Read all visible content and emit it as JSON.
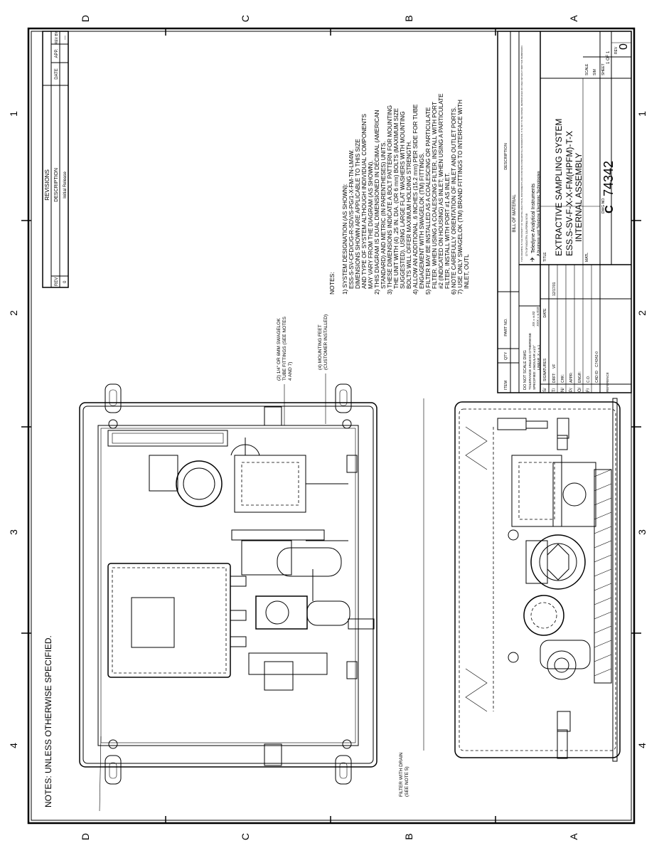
{
  "zones": {
    "top": [
      "D",
      "C",
      "B",
      "A"
    ],
    "bottom": [
      "D",
      "C",
      "B",
      "A"
    ],
    "left": [
      "4",
      "3",
      "2",
      "1"
    ],
    "right": [
      "4",
      "3",
      "2",
      "1"
    ]
  },
  "general_note": "NOTES: UNLESS OTHERWISE SPECIFIED.",
  "revisions": {
    "title": "REVISIONS",
    "headers": [
      "REV",
      "DESCRIPTION",
      "DATE",
      "APP.",
      "REV BY"
    ],
    "rows": [
      [
        "0",
        "Initial Release",
        "",
        "",
        "---"
      ]
    ]
  },
  "callouts": {
    "tube_fittings": [
      "(2) 1/4\" OR 6MM SWAGELOK",
      "TUBE FITTINGS (SEE NOTES",
      "4 AND 7)"
    ],
    "mounting_feet": [
      "(4) MOUNTING FEET",
      "(CUSTOMER INSTALLED)"
    ],
    "filter": [
      "FILTER WITH DRAIN",
      "(SEE NOTE 5)"
    ]
  },
  "notes_title": "NOTES:",
  "notes": [
    "1) SYSTEM DESIGNATION (AS SHOWN):",
    "   ESS-S-SV-CFD/C/G-R-SDV/S-PG/1-X-FM-TN-LM4W.",
    "   DIMENSIONS SHOWN ARE APPLICABLE TO THIS SIZE",
    "   AND TYPE OF SYSTEM ALTHOUGH INDIVIDUAL COMPONENTS",
    "   MAY VARY FROM THE DIAGRAM (AS SHOWN).",
    "2) THIS DIAGRAM IS DUAL DIMENSIONED IN DECIMAL (AMERICAN",
    "   STANDARD) AND METRIC (IN PARENTHESES) UNITS.",
    "3) THESE DIMENSIONS INDICATE A BOLT PATTERN FOR MOUNTING",
    "   THE UNIT WITH (4) .25 IN. DIA. (OR 6 mm) BOLTS (MAXIMUM SIZE",
    "   SUGGESTED). USING LARGE FLAT WASHERS WITH MOUNTING",
    "   BOLTS WILL OFFER MAXIMUM HOLDING STRENGTH.",
    "4) ALLOW AN ADDITIONAL .6 INCHES (15.2 mm) PER SIDE FOR TUBE",
    "   ENGAGEMENT WITH SWAGELOK (TM) FITTINGS.",
    "5) FILTER MAY BE INSTALLED AS A COALESCING OR PARTICULATE",
    "   FILTER. WHEN USING A COALESCING FILTER, INSTALL WITH PORT",
    "   #2 (INDICATED ON HOUSING) AS INLET; WHEN USING A PARTICULATE",
    "   FILTER, INSTALL WITH PORT #1 AS INLET.",
    "6) NOTE CAREFULLY ORIENTATION OF INLET AND OUTLET PORTS.",
    "7) USE ONLY SWAGELOK (TM) BRAND FITTINGS TO INTERFACE WITH",
    "   INLET, OUTL"
  ],
  "bom": {
    "title": "BILL OF MATERIAL",
    "headers": [
      "ITEM",
      "QTY",
      "PART NO.",
      "DESCRIPTION"
    ]
  },
  "title_block": {
    "do_not_scale": "DO NOT SCALE DWG",
    "tolerance_lines": [
      "TOLERANCE UNLESS OTHERWISE",
      "SPECIFIED: ANGULAR ±1/2°",
      "LINEAR .X = ±.1",
      ".XX = ±.02",
      ".XXX = ±.010"
    ],
    "signatures_header": "SIGNATURES",
    "date_header": "DATE",
    "sig_rows": [
      {
        "label": "DRFT:",
        "name": "VF",
        "date": "12/17/01"
      },
      {
        "label": "CHK:",
        "name": "",
        "date": ""
      },
      {
        "label": "APPR:",
        "name": "",
        "date": ""
      },
      {
        "label": "ENGR:",
        "name": "",
        "date": ""
      },
      {
        "label": "C.O.",
        "name": "",
        "date": ""
      },
      {
        "label": "CAD ID",
        "name": "C74342-0",
        "date": ""
      }
    ],
    "side_labels": [
      "S/",
      "T/",
      "N/",
      "P/",
      "O/",
      "F/",
      "REFERENCE"
    ],
    "proprietary": "THIS DRAWING IS THE PROPERTY OF TELEDYNE ANALYTICAL INSTRUMENTS AND CONTAINS CONFIDENTIAL INFORMATION. IT IS NOT TO BE COPIED, REPRODUCED OR USED WITHOUT WRITTEN PERMISSION.",
    "company": "Teledyne Analytical Instruments",
    "company_sub": "A business unit Teledyne Electronic Technologies",
    "city": "CITY OF INDUSTRY, CALIFORNIA 91748",
    "title_label": "TITLE",
    "title_lines": [
      "EXTRACTIVE SAMPLING SYSTEM",
      "ESS.S-SV-F-X-X-FM(HPFM)-T-X",
      "INTERNAL ASSEMBLY"
    ],
    "matl_label": "MATL",
    "dwg_no_label": "DWG NO.",
    "size": "C",
    "dwg_no": "74342",
    "scale_label": "SCALE",
    "scale": "SIM",
    "sheet_label": "SHEET",
    "sheet": "1 OF 1",
    "rev_label": "REV",
    "rev": "0"
  }
}
